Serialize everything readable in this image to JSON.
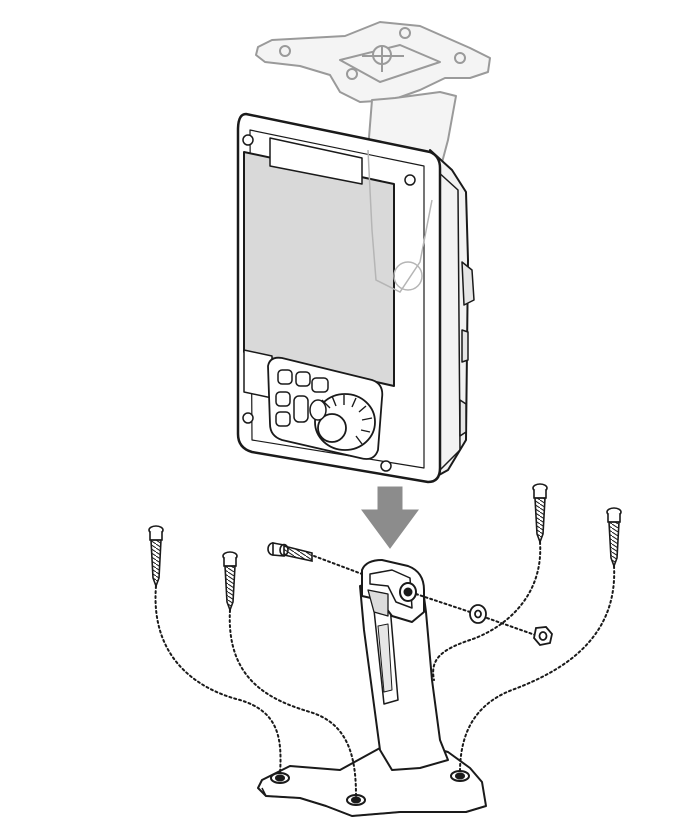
{
  "figure": {
    "kind": "exploded-assembly-illustration",
    "colors": {
      "ink": "#1a1a1a",
      "ghost": "#9a9a9a",
      "screen": "#d9d9d9",
      "arrow": "#8c8c8c",
      "paper": "#ffffff"
    },
    "components": [
      {
        "id": "ghost-mount",
        "icon": "ceiling-mount-ghost"
      },
      {
        "id": "display-unit",
        "icon": "handheld-display-device"
      },
      {
        "id": "down-arrow",
        "icon": "arrow-down-icon"
      },
      {
        "id": "pedestal-mount",
        "icon": "desk-pedestal-mount"
      },
      {
        "id": "wood-screw-1",
        "icon": "screw-icon"
      },
      {
        "id": "wood-screw-2",
        "icon": "screw-icon"
      },
      {
        "id": "wood-screw-3",
        "icon": "screw-icon"
      },
      {
        "id": "wood-screw-4",
        "icon": "screw-icon"
      },
      {
        "id": "pivot-bolt",
        "icon": "bolt-icon"
      },
      {
        "id": "washer",
        "icon": "washer-icon"
      },
      {
        "id": "hex-nut",
        "icon": "hex-nut-icon"
      }
    ]
  }
}
